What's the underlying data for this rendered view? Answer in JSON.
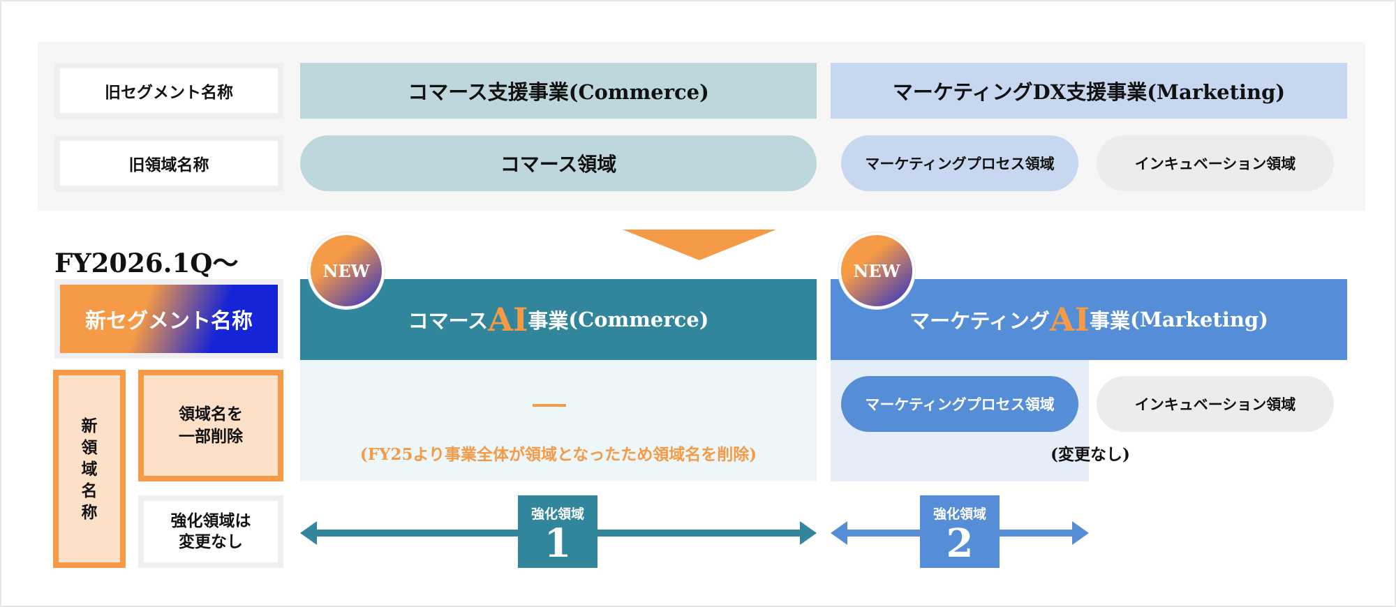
{
  "colors": {
    "teal": "#31869c",
    "blue": "#558ed6",
    "orange": "#f59a46",
    "light_teal": "#bed7dc",
    "light_blue": "#c7d7ef",
    "light_orange": "#fde0c8"
  },
  "old": {
    "segment_label": "旧セグメント名称",
    "area_label": "旧領域名称",
    "commerce_segment": "コマース支援事業(Commerce)",
    "marketing_segment": "マーケティングDX支援事業(Marketing)",
    "commerce_area": "コマース領域",
    "marketing_process_area": "マーケティングプロセス領域",
    "incubation_area": "インキュベーション領域"
  },
  "new": {
    "period": "FY2026.1Q～",
    "segment_label": "新セグメント名称",
    "area_label": "新領域名称",
    "area_label_chars": [
      "新",
      "領",
      "域",
      "名",
      "称"
    ],
    "partial_delete_line1": "領域名を",
    "partial_delete_line2": "一部削除",
    "keep_line1": "強化領域は",
    "keep_line2": "変更なし",
    "badge": "NEW",
    "commerce_prefix": "コマース",
    "marketing_prefix": "マーケティング",
    "ai": "AI",
    "jigyo": "事業",
    "commerce_suffix": "(Commerce)",
    "marketing_suffix": "(Marketing)",
    "commerce_note": "(FY25より事業全体が領域となったため領域名を削除)",
    "marketing_process_area": "マーケティングプロセス領域",
    "incubation_area": "インキュベーション領域",
    "unchanged_note": "(変更なし)",
    "focus_label": "強化領域",
    "focus_1": "1",
    "focus_2": "2"
  }
}
